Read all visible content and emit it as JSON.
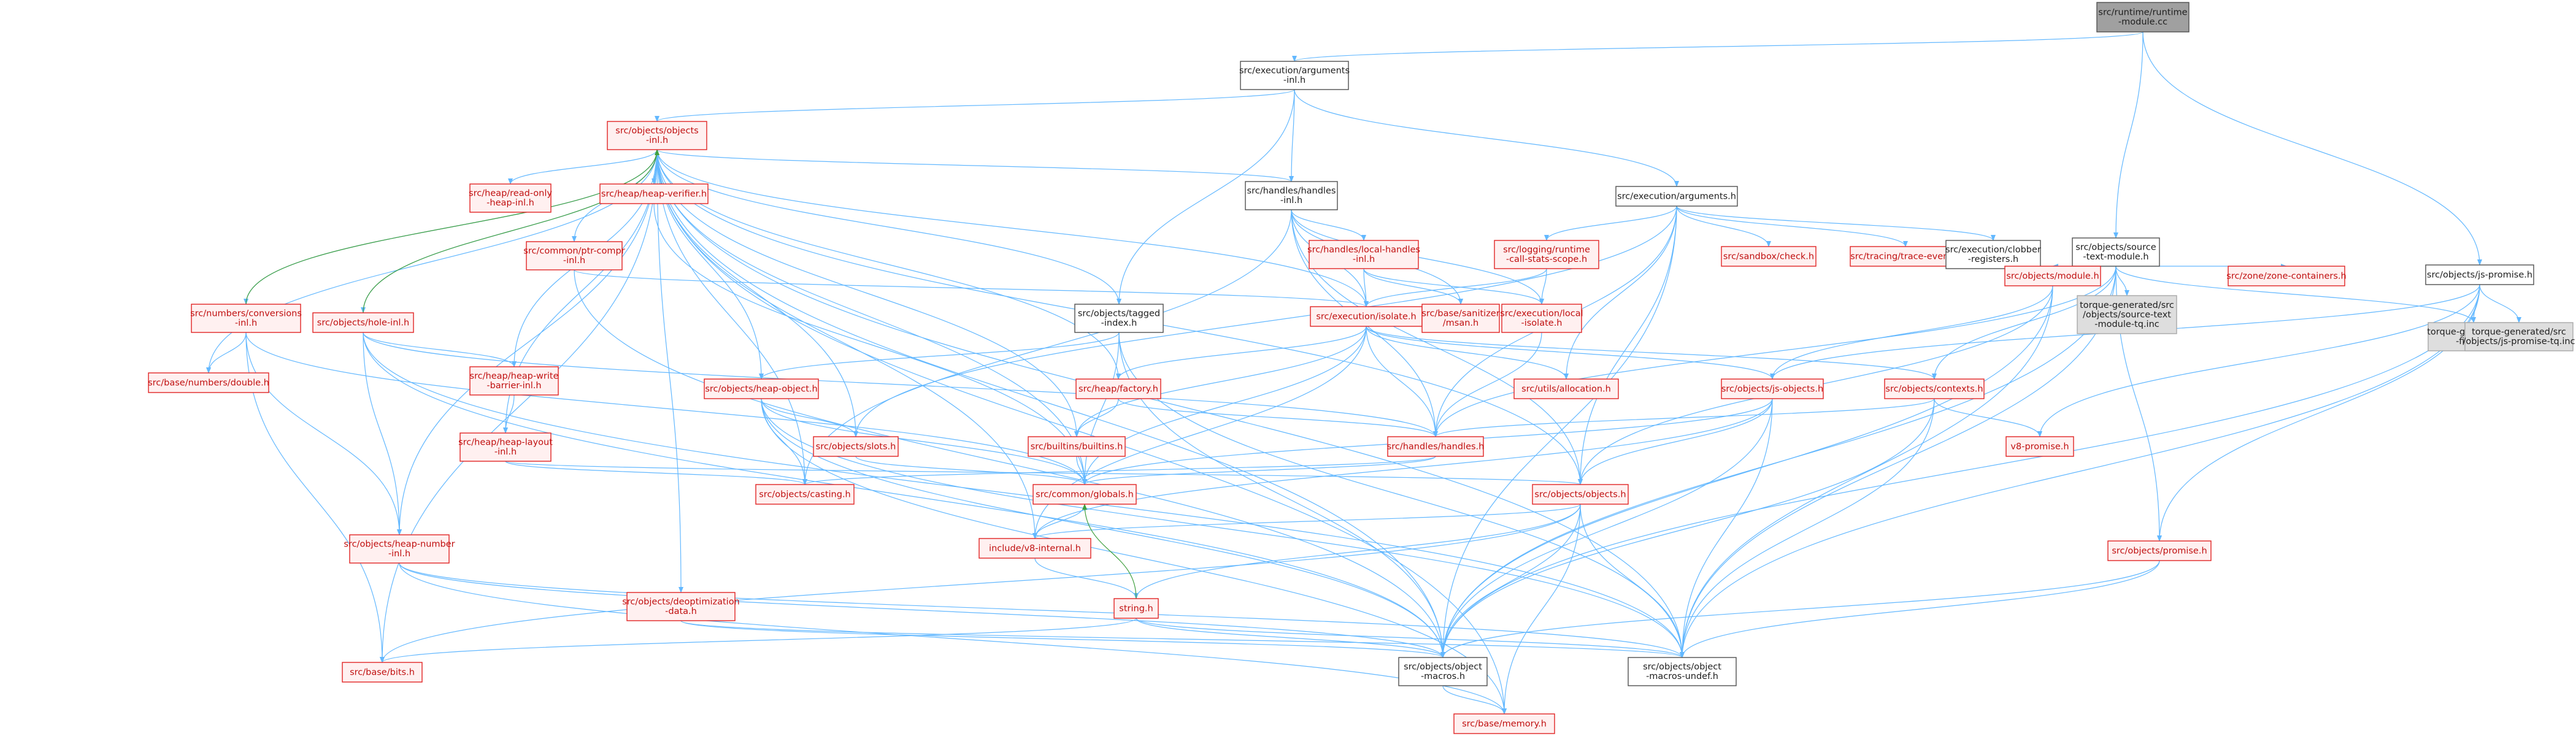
{
  "colors": {
    "edge": "#63b8ff",
    "back_edge": "#40a040",
    "red_border": "#e02424",
    "red_text": "#c01010",
    "red_fill": "#fff0f0",
    "grey_fill": "#dedede",
    "root_fill": "#a0a0a0"
  },
  "nodes": [
    {
      "id": "root",
      "style": "root",
      "lines": [
        "src/runtime/runtime",
        "-module.cc"
      ]
    },
    {
      "id": "exec_args_inl",
      "style": "black",
      "lines": [
        "src/execution/arguments",
        "-inl.h"
      ]
    },
    {
      "id": "objects_inl",
      "style": "red",
      "lines": [
        "src/objects/objects",
        "-inl.h"
      ]
    },
    {
      "id": "heap_readonly",
      "style": "red",
      "lines": [
        "src/heap/read-only",
        "-heap-inl.h"
      ]
    },
    {
      "id": "heap_verifier",
      "style": "red",
      "lines": [
        "src/heap/heap-verifier.h"
      ]
    },
    {
      "id": "handles_inl",
      "style": "black",
      "lines": [
        "src/handles/handles",
        "-inl.h"
      ]
    },
    {
      "id": "exec_args",
      "style": "black",
      "lines": [
        "src/execution/arguments.h"
      ]
    },
    {
      "id": "source_text_module",
      "style": "black",
      "lines": [
        "src/objects/source",
        "-text-module.h"
      ]
    },
    {
      "id": "js_promise",
      "style": "black",
      "lines": [
        "src/objects/js-promise.h"
      ]
    },
    {
      "id": "ptr_compr",
      "style": "red",
      "lines": [
        "src/common/ptr-compr",
        "-inl.h"
      ]
    },
    {
      "id": "local_handles",
      "style": "red",
      "lines": [
        "src/handles/local-handles",
        "-inl.h"
      ]
    },
    {
      "id": "call_stats",
      "style": "red",
      "lines": [
        "src/logging/runtime",
        "-call-stats-scope.h"
      ]
    },
    {
      "id": "sandbox_check",
      "style": "red",
      "lines": [
        "src/sandbox/check.h"
      ]
    },
    {
      "id": "trace_event",
      "style": "red",
      "lines": [
        "src/tracing/trace-event.h"
      ]
    },
    {
      "id": "clobber",
      "style": "black",
      "lines": [
        "src/execution/clobber",
        "-registers.h"
      ]
    },
    {
      "id": "module_h",
      "style": "red",
      "lines": [
        "src/objects/module.h"
      ]
    },
    {
      "id": "tq_source_text",
      "style": "grey",
      "lines": [
        "torque-generated/src",
        "/objects/source-text",
        "-module-tq.inc"
      ]
    },
    {
      "id": "zone_containers",
      "style": "red",
      "lines": [
        "src/zone/zone-containers.h"
      ]
    },
    {
      "id": "bit_fields",
      "style": "grey",
      "lines": [
        "torque-generated/bit",
        "-fields.h"
      ]
    },
    {
      "id": "tq_js_promise",
      "style": "grey",
      "lines": [
        "torque-generated/src",
        "/objects/js-promise-tq.inc"
      ]
    },
    {
      "id": "num_conv",
      "style": "red",
      "lines": [
        "src/numbers/conversions",
        "-inl.h"
      ]
    },
    {
      "id": "hole_inl",
      "style": "red",
      "lines": [
        "src/objects/hole-inl.h"
      ]
    },
    {
      "id": "tagged_index",
      "style": "black",
      "lines": [
        "src/objects/tagged",
        "-index.h"
      ]
    },
    {
      "id": "isolate",
      "style": "red",
      "lines": [
        "src/execution/isolate.h"
      ]
    },
    {
      "id": "base_sanitizer",
      "style": "red",
      "lines": [
        "src/base/sanitizer",
        "/msan.h"
      ]
    },
    {
      "id": "exec_local_isolate",
      "style": "red",
      "lines": [
        "src/execution/local",
        "-isolate.h"
      ]
    },
    {
      "id": "num_double",
      "style": "red",
      "lines": [
        "src/base/numbers/double.h"
      ]
    },
    {
      "id": "heap_write_barrier",
      "style": "red",
      "lines": [
        "src/heap/heap-write",
        "-barrier-inl.h"
      ]
    },
    {
      "id": "heap_object",
      "style": "red",
      "lines": [
        "src/objects/heap-object.h"
      ]
    },
    {
      "id": "heap_factory",
      "style": "red",
      "lines": [
        "src/heap/factory.h"
      ]
    },
    {
      "id": "utils_allocation",
      "style": "red",
      "lines": [
        "src/utils/allocation.h"
      ]
    },
    {
      "id": "js_objects",
      "style": "red",
      "lines": [
        "src/objects/js-objects.h"
      ]
    },
    {
      "id": "contexts",
      "style": "red",
      "lines": [
        "src/objects/contexts.h"
      ]
    },
    {
      "id": "heap_layout",
      "style": "red",
      "lines": [
        "src/heap/heap-layout",
        "-inl.h"
      ]
    },
    {
      "id": "slots",
      "style": "red",
      "lines": [
        "src/objects/slots.h"
      ]
    },
    {
      "id": "builtins",
      "style": "red",
      "lines": [
        "src/builtins/builtins.h"
      ]
    },
    {
      "id": "handles_h",
      "style": "red",
      "lines": [
        "src/handles/handles.h"
      ]
    },
    {
      "id": "v8_promise",
      "style": "red",
      "lines": [
        "v8-promise.h"
      ]
    },
    {
      "id": "casting",
      "style": "red",
      "lines": [
        "src/objects/casting.h"
      ]
    },
    {
      "id": "globals",
      "style": "red",
      "lines": [
        "src/common/globals.h"
      ]
    },
    {
      "id": "objects_h",
      "style": "red",
      "lines": [
        "src/objects/objects.h"
      ]
    },
    {
      "id": "heap_number",
      "style": "red",
      "lines": [
        "src/objects/heap-number",
        "-inl.h"
      ]
    },
    {
      "id": "v8_internal",
      "style": "red",
      "lines": [
        "include/v8-internal.h"
      ]
    },
    {
      "id": "promise",
      "style": "red",
      "lines": [
        "src/objects/promise.h"
      ]
    },
    {
      "id": "deopt_data",
      "style": "red",
      "lines": [
        "src/objects/deoptimization",
        "-data.h"
      ]
    },
    {
      "id": "string_h",
      "style": "red",
      "lines": [
        "string.h"
      ]
    },
    {
      "id": "base_bits",
      "style": "red",
      "lines": [
        "src/base/bits.h"
      ]
    },
    {
      "id": "obj_macros",
      "style": "black",
      "lines": [
        "src/objects/object",
        "-macros.h"
      ]
    },
    {
      "id": "obj_macros_undef",
      "style": "black",
      "lines": [
        "src/objects/object",
        "-macros-undef.h"
      ]
    },
    {
      "id": "base_memory",
      "style": "red",
      "lines": [
        "src/base/memory.h"
      ]
    }
  ],
  "edges": [
    [
      "root",
      "exec_args_inl"
    ],
    [
      "root",
      "source_text_module"
    ],
    [
      "root",
      "js_promise"
    ],
    [
      "exec_args_inl",
      "objects_inl"
    ],
    [
      "exec_args_inl",
      "handles_inl"
    ],
    [
      "exec_args_inl",
      "exec_args"
    ],
    [
      "exec_args_inl",
      "tagged_index"
    ],
    [
      "objects_inl",
      "heap_readonly"
    ],
    [
      "objects_inl",
      "heap_verifier"
    ],
    [
      "objects_inl",
      "handles_inl"
    ],
    [
      "objects_inl",
      "ptr_compr"
    ],
    [
      "objects_inl",
      "num_conv"
    ],
    [
      "objects_inl",
      "hole_inl"
    ],
    [
      "objects_inl",
      "tagged_index"
    ],
    [
      "objects_inl",
      "num_double"
    ],
    [
      "objects_inl",
      "heap_write_barrier"
    ],
    [
      "objects_inl",
      "heap_object"
    ],
    [
      "objects_inl",
      "heap_factory"
    ],
    [
      "objects_inl",
      "heap_layout"
    ],
    [
      "objects_inl",
      "slots"
    ],
    [
      "objects_inl",
      "builtins"
    ],
    [
      "objects_inl",
      "casting"
    ],
    [
      "objects_inl",
      "globals"
    ],
    [
      "objects_inl",
      "objects_h"
    ],
    [
      "objects_inl",
      "heap_number"
    ],
    [
      "objects_inl",
      "v8_internal"
    ],
    [
      "objects_inl",
      "deopt_data"
    ],
    [
      "objects_inl",
      "base_bits"
    ],
    [
      "objects_inl",
      "obj_macros"
    ],
    [
      "objects_inl",
      "obj_macros_undef"
    ],
    [
      "objects_inl",
      "base_memory"
    ],
    [
      "objects_inl",
      "isolate"
    ],
    [
      "heap_verifier",
      "globals"
    ],
    [
      "handles_inl",
      "local_handles"
    ],
    [
      "handles_inl",
      "isolate"
    ],
    [
      "handles_inl",
      "base_sanitizer"
    ],
    [
      "handles_inl",
      "handles_h"
    ],
    [
      "handles_inl",
      "exec_local_isolate"
    ],
    [
      "handles_inl",
      "casting"
    ],
    [
      "handles_inl",
      "objects_h"
    ],
    [
      "exec_args",
      "call_stats"
    ],
    [
      "exec_args",
      "sandbox_check"
    ],
    [
      "exec_args",
      "trace_event"
    ],
    [
      "exec_args",
      "clobber"
    ],
    [
      "exec_args",
      "handles_h"
    ],
    [
      "exec_args",
      "objects_h"
    ],
    [
      "exec_args",
      "obj_macros"
    ],
    [
      "exec_args",
      "utils_allocation"
    ],
    [
      "exec_args",
      "slots"
    ],
    [
      "source_text_module",
      "module_h"
    ],
    [
      "source_text_module",
      "tq_source_text"
    ],
    [
      "source_text_module",
      "zone_containers"
    ],
    [
      "source_text_module",
      "bit_fields"
    ],
    [
      "source_text_module",
      "promise"
    ],
    [
      "source_text_module",
      "obj_macros"
    ],
    [
      "source_text_module",
      "obj_macros_undef"
    ],
    [
      "source_text_module",
      "contexts"
    ],
    [
      "source_text_module",
      "handles_h"
    ],
    [
      "js_promise",
      "bit_fields"
    ],
    [
      "js_promise",
      "tq_js_promise"
    ],
    [
      "js_promise",
      "v8_promise"
    ],
    [
      "js_promise",
      "js_objects"
    ],
    [
      "js_promise",
      "promise"
    ],
    [
      "js_promise",
      "obj_macros"
    ],
    [
      "js_promise",
      "obj_macros_undef"
    ],
    [
      "ptr_compr",
      "isolate"
    ],
    [
      "ptr_compr",
      "obj_macros"
    ],
    [
      "local_handles",
      "isolate"
    ],
    [
      "local_handles",
      "exec_local_isolate"
    ],
    [
      "local_handles",
      "base_sanitizer"
    ],
    [
      "call_stats",
      "isolate"
    ],
    [
      "call_stats",
      "exec_local_isolate"
    ],
    [
      "module_h",
      "js_objects"
    ],
    [
      "module_h",
      "objects_h"
    ],
    [
      "module_h",
      "obj_macros"
    ],
    [
      "module_h",
      "obj_macros_undef"
    ],
    [
      "num_conv",
      "num_double"
    ],
    [
      "num_conv",
      "base_bits"
    ],
    [
      "num_conv",
      "heap_number"
    ],
    [
      "num_conv",
      "globals"
    ],
    [
      "hole_inl",
      "heap_write_barrier"
    ],
    [
      "hole_inl",
      "heap_number"
    ],
    [
      "hole_inl",
      "handles_h"
    ],
    [
      "hole_inl",
      "obj_macros"
    ],
    [
      "hole_inl",
      "obj_macros_undef"
    ],
    [
      "tagged_index",
      "heap_object"
    ],
    [
      "tagged_index",
      "globals"
    ],
    [
      "tagged_index",
      "obj_macros"
    ],
    [
      "tagged_index",
      "obj_macros_undef"
    ],
    [
      "isolate",
      "heap_factory"
    ],
    [
      "isolate",
      "utils_allocation"
    ],
    [
      "isolate",
      "js_objects"
    ],
    [
      "isolate",
      "contexts"
    ],
    [
      "isolate",
      "handles_h"
    ],
    [
      "isolate",
      "globals"
    ],
    [
      "isolate",
      "builtins"
    ],
    [
      "isolate",
      "v8_internal"
    ],
    [
      "exec_local_isolate",
      "handles_h"
    ],
    [
      "heap_write_barrier",
      "heap_layout"
    ],
    [
      "heap_object",
      "slots"
    ],
    [
      "heap_object",
      "casting"
    ],
    [
      "heap_object",
      "globals"
    ],
    [
      "heap_object",
      "obj_macros"
    ],
    [
      "heap_object",
      "obj_macros_undef"
    ],
    [
      "heap_object",
      "base_memory"
    ],
    [
      "heap_factory",
      "builtins"
    ],
    [
      "heap_factory",
      "handles_h"
    ],
    [
      "js_objects",
      "objects_h"
    ],
    [
      "js_objects",
      "globals"
    ],
    [
      "js_objects",
      "obj_macros"
    ],
    [
      "js_objects",
      "obj_macros_undef"
    ],
    [
      "js_objects",
      "v8_internal"
    ],
    [
      "contexts",
      "handles_h"
    ],
    [
      "contexts",
      "v8_promise"
    ],
    [
      "contexts",
      "obj_macros"
    ],
    [
      "contexts",
      "obj_macros_undef"
    ],
    [
      "heap_layout",
      "objects_h"
    ],
    [
      "heap_layout",
      "casting"
    ],
    [
      "slots",
      "globals"
    ],
    [
      "builtins",
      "globals"
    ],
    [
      "handles_h",
      "globals"
    ],
    [
      "handles_h",
      "casting"
    ],
    [
      "globals",
      "v8_internal"
    ],
    [
      "objects_h",
      "v8_internal"
    ],
    [
      "objects_h",
      "string_h"
    ],
    [
      "objects_h",
      "base_bits"
    ],
    [
      "objects_h",
      "obj_macros"
    ],
    [
      "objects_h",
      "obj_macros_undef"
    ],
    [
      "objects_h",
      "base_memory"
    ],
    [
      "heap_number",
      "obj_macros"
    ],
    [
      "heap_number",
      "obj_macros_undef"
    ],
    [
      "heap_number",
      "base_memory"
    ],
    [
      "v8_internal",
      "string_h"
    ],
    [
      "promise",
      "obj_macros"
    ],
    [
      "promise",
      "obj_macros_undef"
    ],
    [
      "deopt_data",
      "obj_macros"
    ],
    [
      "deopt_data",
      "obj_macros_undef"
    ],
    [
      "string_h",
      "base_bits"
    ],
    [
      "string_h",
      "obj_macros"
    ],
    [
      "string_h",
      "obj_macros_undef"
    ],
    [
      "obj_macros",
      "base_memory"
    ]
  ],
  "back_edges": [
    [
      "string_h",
      "globals"
    ],
    [
      "num_conv",
      "objects_inl"
    ],
    [
      "hole_inl",
      "objects_inl"
    ]
  ]
}
